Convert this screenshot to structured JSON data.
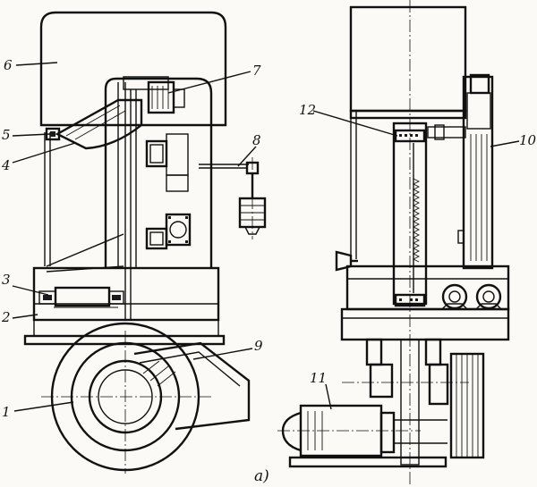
{
  "figure": {
    "caption": "а)",
    "callouts": [
      {
        "id": "1",
        "text": "1"
      },
      {
        "id": "2",
        "text": "2"
      },
      {
        "id": "3",
        "text": "3"
      },
      {
        "id": "4",
        "text": "4"
      },
      {
        "id": "5",
        "text": "5"
      },
      {
        "id": "6",
        "text": "6"
      },
      {
        "id": "7",
        "text": "7"
      },
      {
        "id": "8",
        "text": "8"
      },
      {
        "id": "9",
        "text": "9"
      },
      {
        "id": "10",
        "text": "10"
      },
      {
        "id": "11",
        "text": "11"
      },
      {
        "id": "12",
        "text": "12"
      }
    ]
  }
}
